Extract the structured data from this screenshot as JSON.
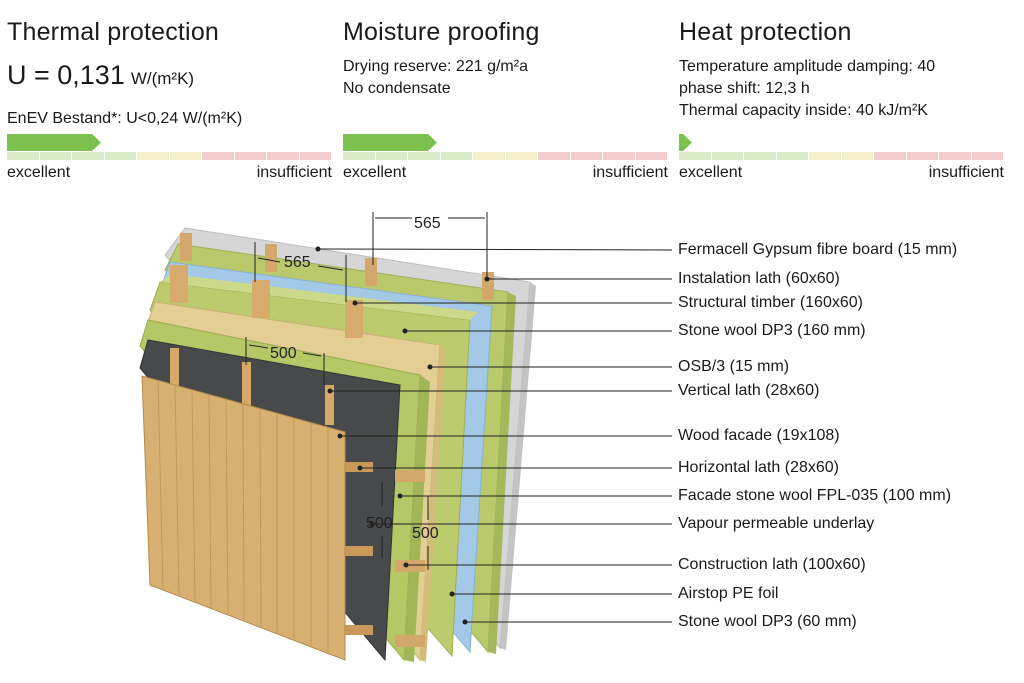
{
  "panels": [
    {
      "title": "Thermal protection",
      "u_value": "U = 0,131",
      "u_unit": "W/(m²K)",
      "requirement": "EnEV Bestand*: U<0,24 W/(m²K)",
      "lines": [],
      "rating_fraction": 0.29,
      "scale": {
        "left": "excellent",
        "right": "insufficient"
      }
    },
    {
      "title": "Moisture proofing",
      "lines": [
        "Drying reserve: 221 g/m²a",
        "No condensate"
      ],
      "rating_fraction": 0.29,
      "scale": {
        "left": "excellent",
        "right": "insufficient"
      }
    },
    {
      "title": "Heat protection",
      "lines": [
        "Temperature amplitude damping: 40",
        "phase shift: 12,3 h",
        "Thermal capacity inside: 40 kJ/m²K"
      ],
      "rating_fraction": 0.04,
      "scale": {
        "left": "excellent",
        "right": "insufficient"
      }
    }
  ],
  "colors": {
    "arrow": "#7cc14d",
    "scale_good": "#d9ecc9",
    "scale_mid": "#f3efc9",
    "scale_bad": "#f3cccc",
    "gypsum": "#d7d7d7",
    "stone_wool": "#b8c96a",
    "pe_foil": "#9fc7e6",
    "osb": "#e2cf94",
    "underlay": "#4a4a4c",
    "wood": "#d7b070",
    "lath": "#d3a86b"
  },
  "dimensions": [
    "565",
    "565",
    "500",
    "500",
    "500"
  ],
  "layers": [
    "Fermacell Gypsum fibre board (15 mm)",
    "Instalation lath (60x60)",
    "Structural timber (160x60)",
    "Stone wool DP3 (160 mm)",
    "OSB/3 (15 mm)",
    "Vertical lath (28x60)",
    "Wood facade (19x108)",
    "Horizontal lath (28x60)",
    "Facade stone wool FPL-035 (100 mm)",
    "Vapour permeable underlay",
    "Construction lath (100x60)",
    "Airstop PE foil",
    "Stone wool DP3 (60 mm)"
  ]
}
